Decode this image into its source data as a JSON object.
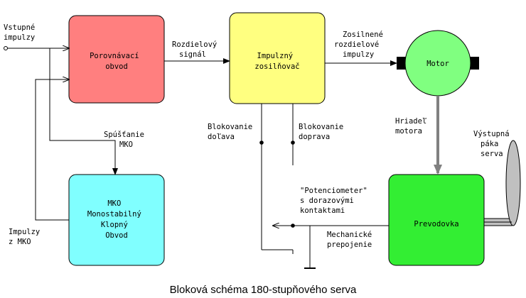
{
  "colors": {
    "comparator": "#ff7f7f",
    "amplifier": "#ffff80",
    "motor": "#80ff80",
    "gearbox": "#33ee33",
    "mko": "#80ffff",
    "line": "#000000",
    "shaft": "#808080",
    "lever": "#c0c0c0"
  },
  "labels": {
    "input": [
      "Vstupné",
      "impulzy"
    ],
    "diff_signal": [
      "Rozdielový",
      "signál"
    ],
    "amplified": [
      "Zosilnené",
      "rozdielové",
      "impulzy"
    ],
    "trigger": [
      "Spúšťanie",
      "MKO"
    ],
    "block_left": [
      "Blokovanie",
      "doľava"
    ],
    "block_right": [
      "Blokovanie",
      "doprava"
    ],
    "shaft": [
      "Hriadeľ",
      "motora"
    ],
    "lever": [
      "Výstupná",
      "páka",
      "serva"
    ],
    "pot": [
      "\"Potenciometer\"",
      "s dorazovými",
      "kontaktami"
    ],
    "mech": [
      "Mechanické",
      "prepojenie"
    ],
    "mko_pulses": [
      "Impulzy",
      "z MKO"
    ]
  },
  "blocks": {
    "comparator": [
      "Porovnávací",
      "obvod"
    ],
    "amplifier": [
      "Impulzný",
      "zosilňovač"
    ],
    "motor": [
      "Motor"
    ],
    "gearbox": [
      "Prevodovka"
    ],
    "mko": [
      "MKO",
      "Monostabilný",
      "Klopný",
      "Obvod"
    ]
  },
  "caption": "Bloková schéma 180-stupňového serva"
}
